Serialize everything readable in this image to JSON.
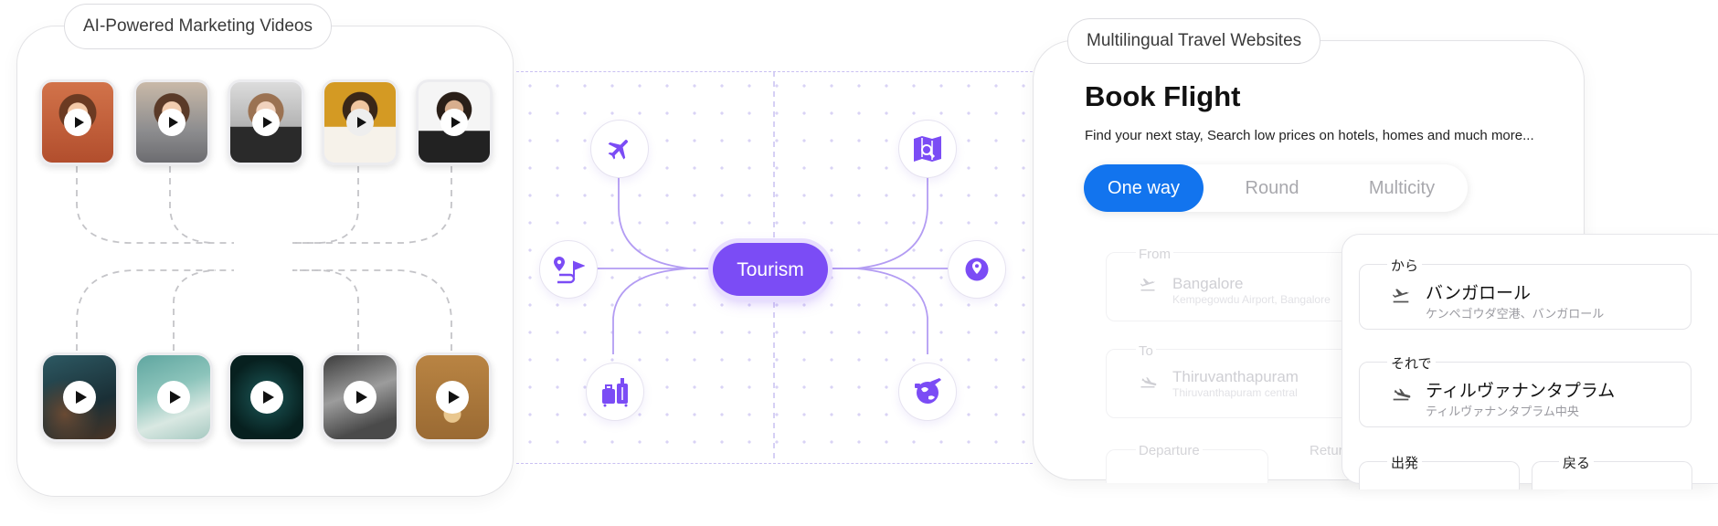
{
  "video_section": {
    "label": "AI-Powered Marketing Videos"
  },
  "diagram": {
    "center_label": "Tourism",
    "icons": [
      "airplane-icon",
      "map-search-icon",
      "route-flag-icon",
      "globe-pin-icon",
      "luggage-icon",
      "travel-globe-icon"
    ],
    "accent": "#7b4cf5"
  },
  "travel_section": {
    "label": "Multilingual Travel Websites",
    "title": "Book Flight",
    "subtitle": "Find your next stay, Search low prices on hotels, homes and much more...",
    "tabs": [
      {
        "label": "One way",
        "active": true
      },
      {
        "label": "Round",
        "active": false
      },
      {
        "label": "Multicity",
        "active": false
      }
    ],
    "accent": "#1274ee",
    "from": {
      "label": "From",
      "city": "Bangalore",
      "airport": "Kempegowdu Airport, Bangalore"
    },
    "to": {
      "label": "To",
      "city": "Thiruvanthapuram",
      "airport": "Thiruvanthapuram central"
    },
    "departure_label": "Departure",
    "return_label": "Return"
  },
  "japanese_form": {
    "from": {
      "label": "から",
      "city": "バンガロール",
      "airport": "ケンペゴウダ空港、バンガロール"
    },
    "to": {
      "label": "それで",
      "city": "ティルヴァナンタプラム",
      "airport": "ティルヴァナンタプラム中央"
    },
    "departure_label": "出発",
    "return_label": "戻る"
  }
}
